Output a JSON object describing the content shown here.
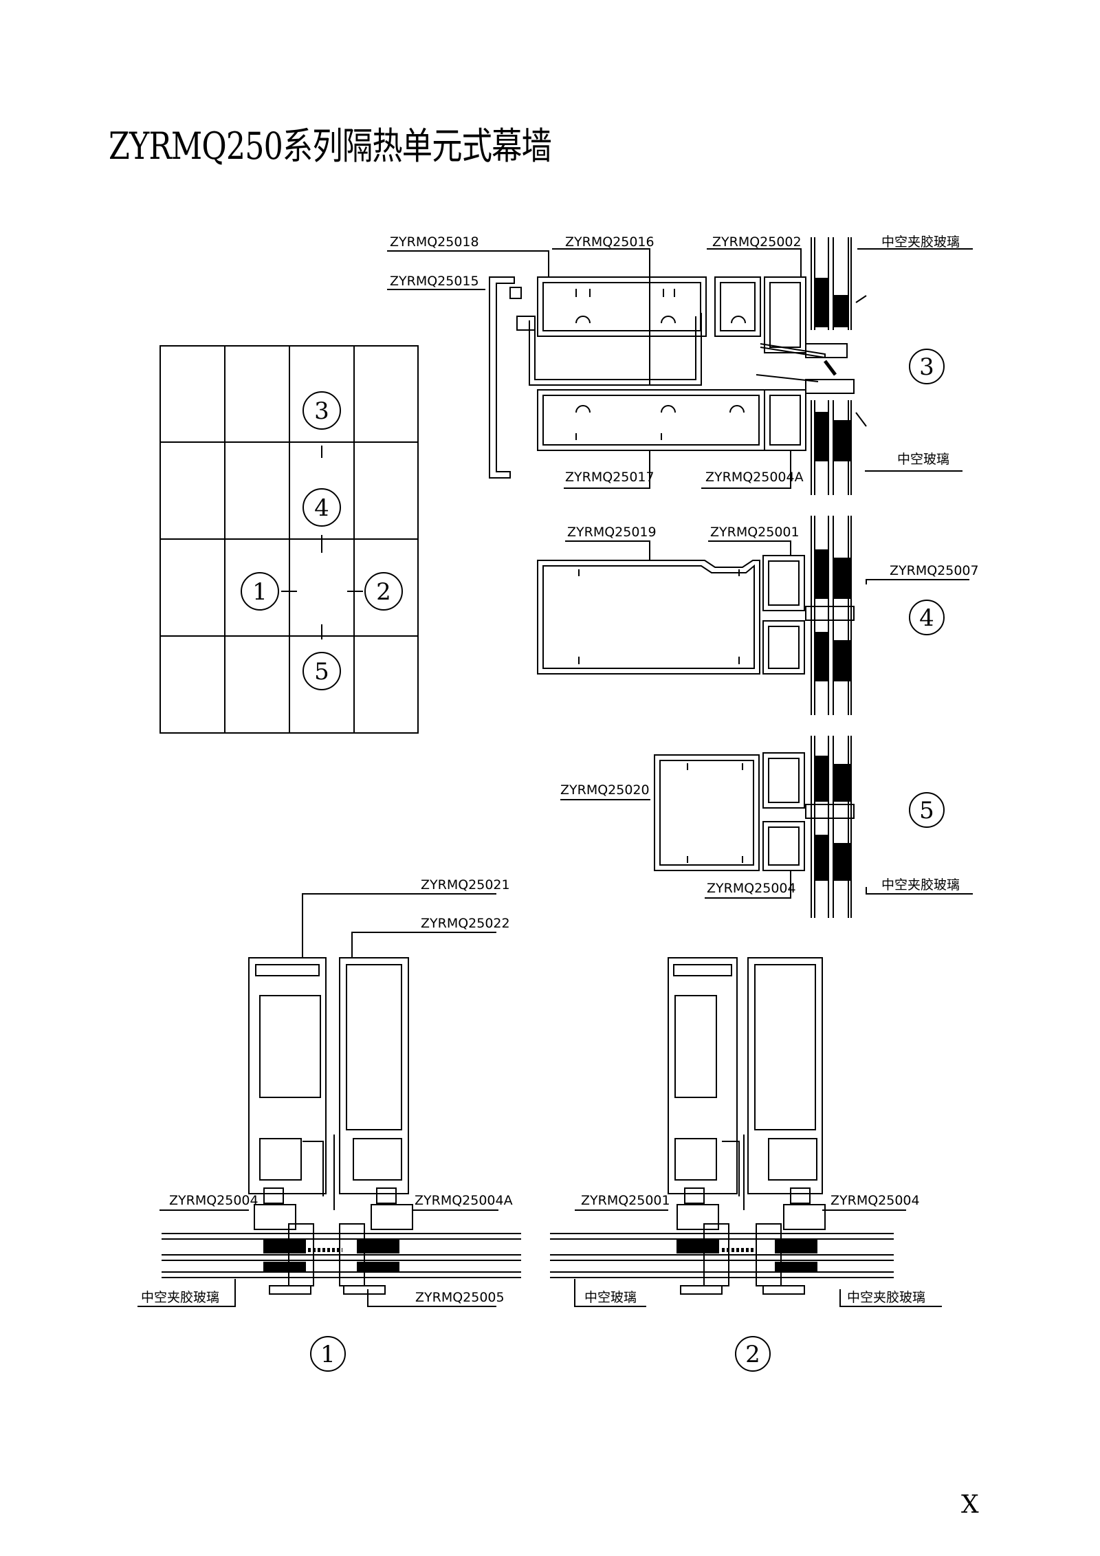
{
  "title": "ZYRMQ250系列隔热单元式幕墙",
  "page_mark": "X",
  "key_plan": {
    "markers": [
      "3",
      "4",
      "1",
      "2",
      "5"
    ]
  },
  "section_3": {
    "marker": "3",
    "labels": {
      "p18": "ZYRMQ25018",
      "p15": "ZYRMQ25015",
      "p16": "ZYRMQ25016",
      "p02": "ZYRMQ25002",
      "glass_top": "中空夹胶玻璃",
      "p17": "ZYRMQ25017",
      "p04a": "ZYRMQ25004A",
      "glass_bottom": "中空玻璃"
    }
  },
  "section_4": {
    "marker": "4",
    "labels": {
      "p19": "ZYRMQ25019",
      "p01": "ZYRMQ25001",
      "p07": "ZYRMQ25007"
    }
  },
  "section_5": {
    "marker": "5",
    "labels": {
      "p20": "ZYRMQ25020",
      "p04": "ZYRMQ25004",
      "glass": "中空夹胶玻璃"
    }
  },
  "section_1": {
    "marker": "1",
    "labels": {
      "p21": "ZYRMQ25021",
      "p22": "ZYRMQ25022",
      "p04": "ZYRMQ25004",
      "p04a": "ZYRMQ25004A",
      "glass": "中空夹胶玻璃",
      "p05": "ZYRMQ25005"
    }
  },
  "section_2": {
    "marker": "2",
    "labels": {
      "p01": "ZYRMQ25001",
      "p04": "ZYRMQ25004",
      "glass_left": "中空玻璃",
      "glass_right": "中空夹胶玻璃"
    }
  }
}
